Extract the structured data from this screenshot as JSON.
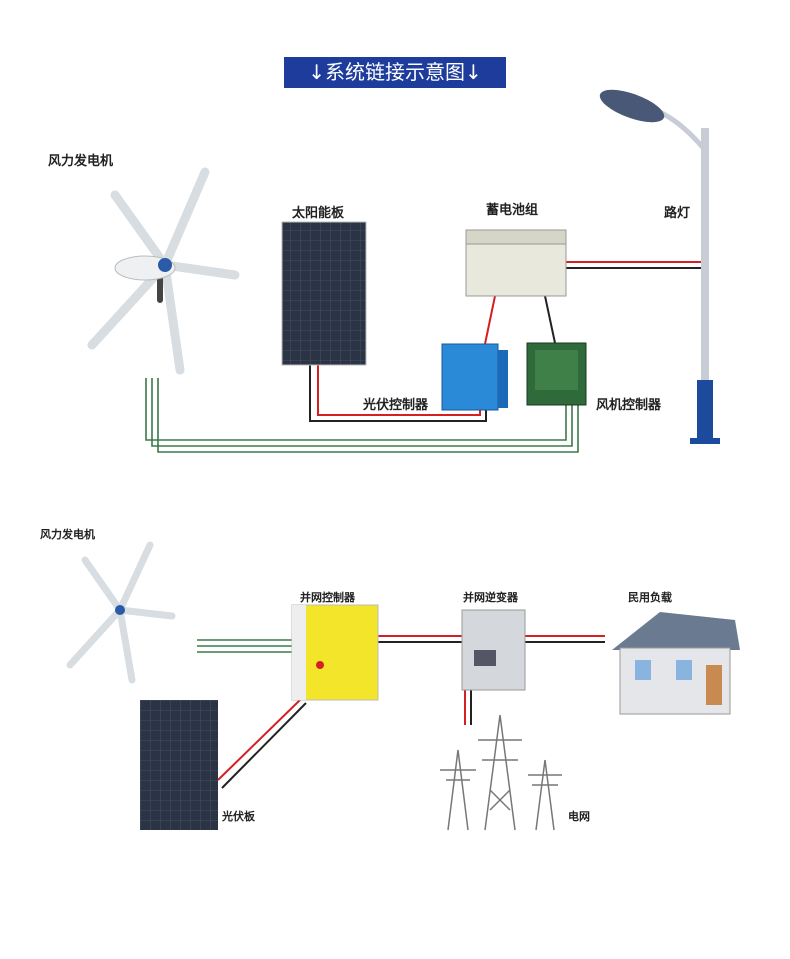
{
  "title": "↓系统链接示意图↓",
  "top": {
    "wind_turbine": "风力发电机",
    "solar_panel": "太阳能板",
    "battery": "蓄电池组",
    "street_light": "路灯",
    "pv_controller": "光伏控制器",
    "wind_controller": "风机控制器"
  },
  "bottom": {
    "wind_turbine": "风力发电机",
    "grid_controller": "并网控制器",
    "grid_inverter": "并网逆变器",
    "household_load": "民用负载",
    "pv_panel": "光伏板",
    "power_grid": "电网"
  },
  "colors": {
    "banner": "#1d3c9c",
    "wire_red": "#d42020",
    "wire_green": "#3a7a4a"
  }
}
